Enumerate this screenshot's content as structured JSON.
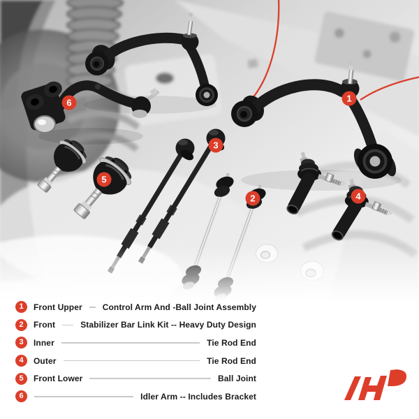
{
  "colors": {
    "accent": "#dc3e2a",
    "text": "#1a1a1a",
    "divider": "#c9c9c9",
    "background": "#ffffff"
  },
  "photo": {
    "badges": [
      {
        "num": "1"
      },
      {
        "num": "2"
      },
      {
        "num": "3"
      },
      {
        "num": "4"
      },
      {
        "num": "5"
      },
      {
        "num": "6"
      }
    ]
  },
  "legend": {
    "items": [
      {
        "num": "1",
        "position": "Front Upper",
        "name": "Control Arm And -Ball Joint Assembly"
      },
      {
        "num": "2",
        "position": "Front",
        "name": "Stabilizer Bar Link Kit -- Heavy Duty Design"
      },
      {
        "num": "3",
        "position": "Inner",
        "name": "Tie Rod End"
      },
      {
        "num": "4",
        "position": "Outer",
        "name": "Tie Rod End"
      },
      {
        "num": "5",
        "position": "Front Lower",
        "name": "Ball Joint"
      },
      {
        "num": "6",
        "position": "",
        "name": "Idler Arm -- Includes Bracket"
      }
    ]
  },
  "logo": {
    "color": "#dc3e2a"
  }
}
